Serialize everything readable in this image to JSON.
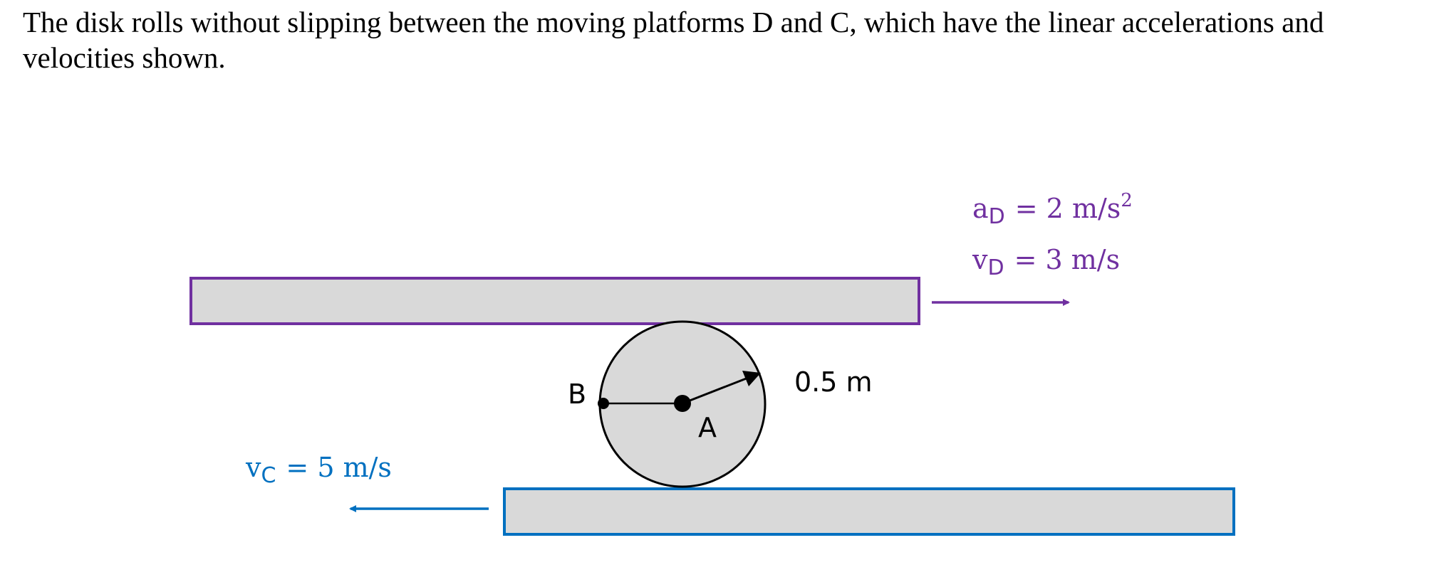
{
  "problem": {
    "text": "The disk rolls without slipping between the moving platforms D and C, which have the linear accelerations and velocities shown."
  },
  "figure": {
    "platform_d": {
      "accel_symbol": "a",
      "accel_sub": "D",
      "accel_rhs": "= 2 m/s",
      "accel_exp": "2",
      "vel_symbol": "v",
      "vel_sub": "D",
      "vel_rhs": "= 3 m/s",
      "color": "#7030a0"
    },
    "platform_c": {
      "vel_symbol": "v",
      "vel_sub": "C",
      "vel_rhs": "= 5 m/s",
      "color": "#0070c0"
    },
    "disk": {
      "center_label": "A",
      "point_label": "B",
      "radius_label": "0.5 m"
    },
    "colors": {
      "platform_fill": "#d9d9d9",
      "disk_fill": "#d9d9d9",
      "line": "#000000"
    }
  }
}
